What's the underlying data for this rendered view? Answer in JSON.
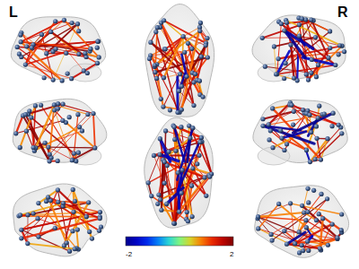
{
  "diagram": {
    "labels": [
      "L",
      "R",
      "-2",
      "2"
    ]
  }
}
